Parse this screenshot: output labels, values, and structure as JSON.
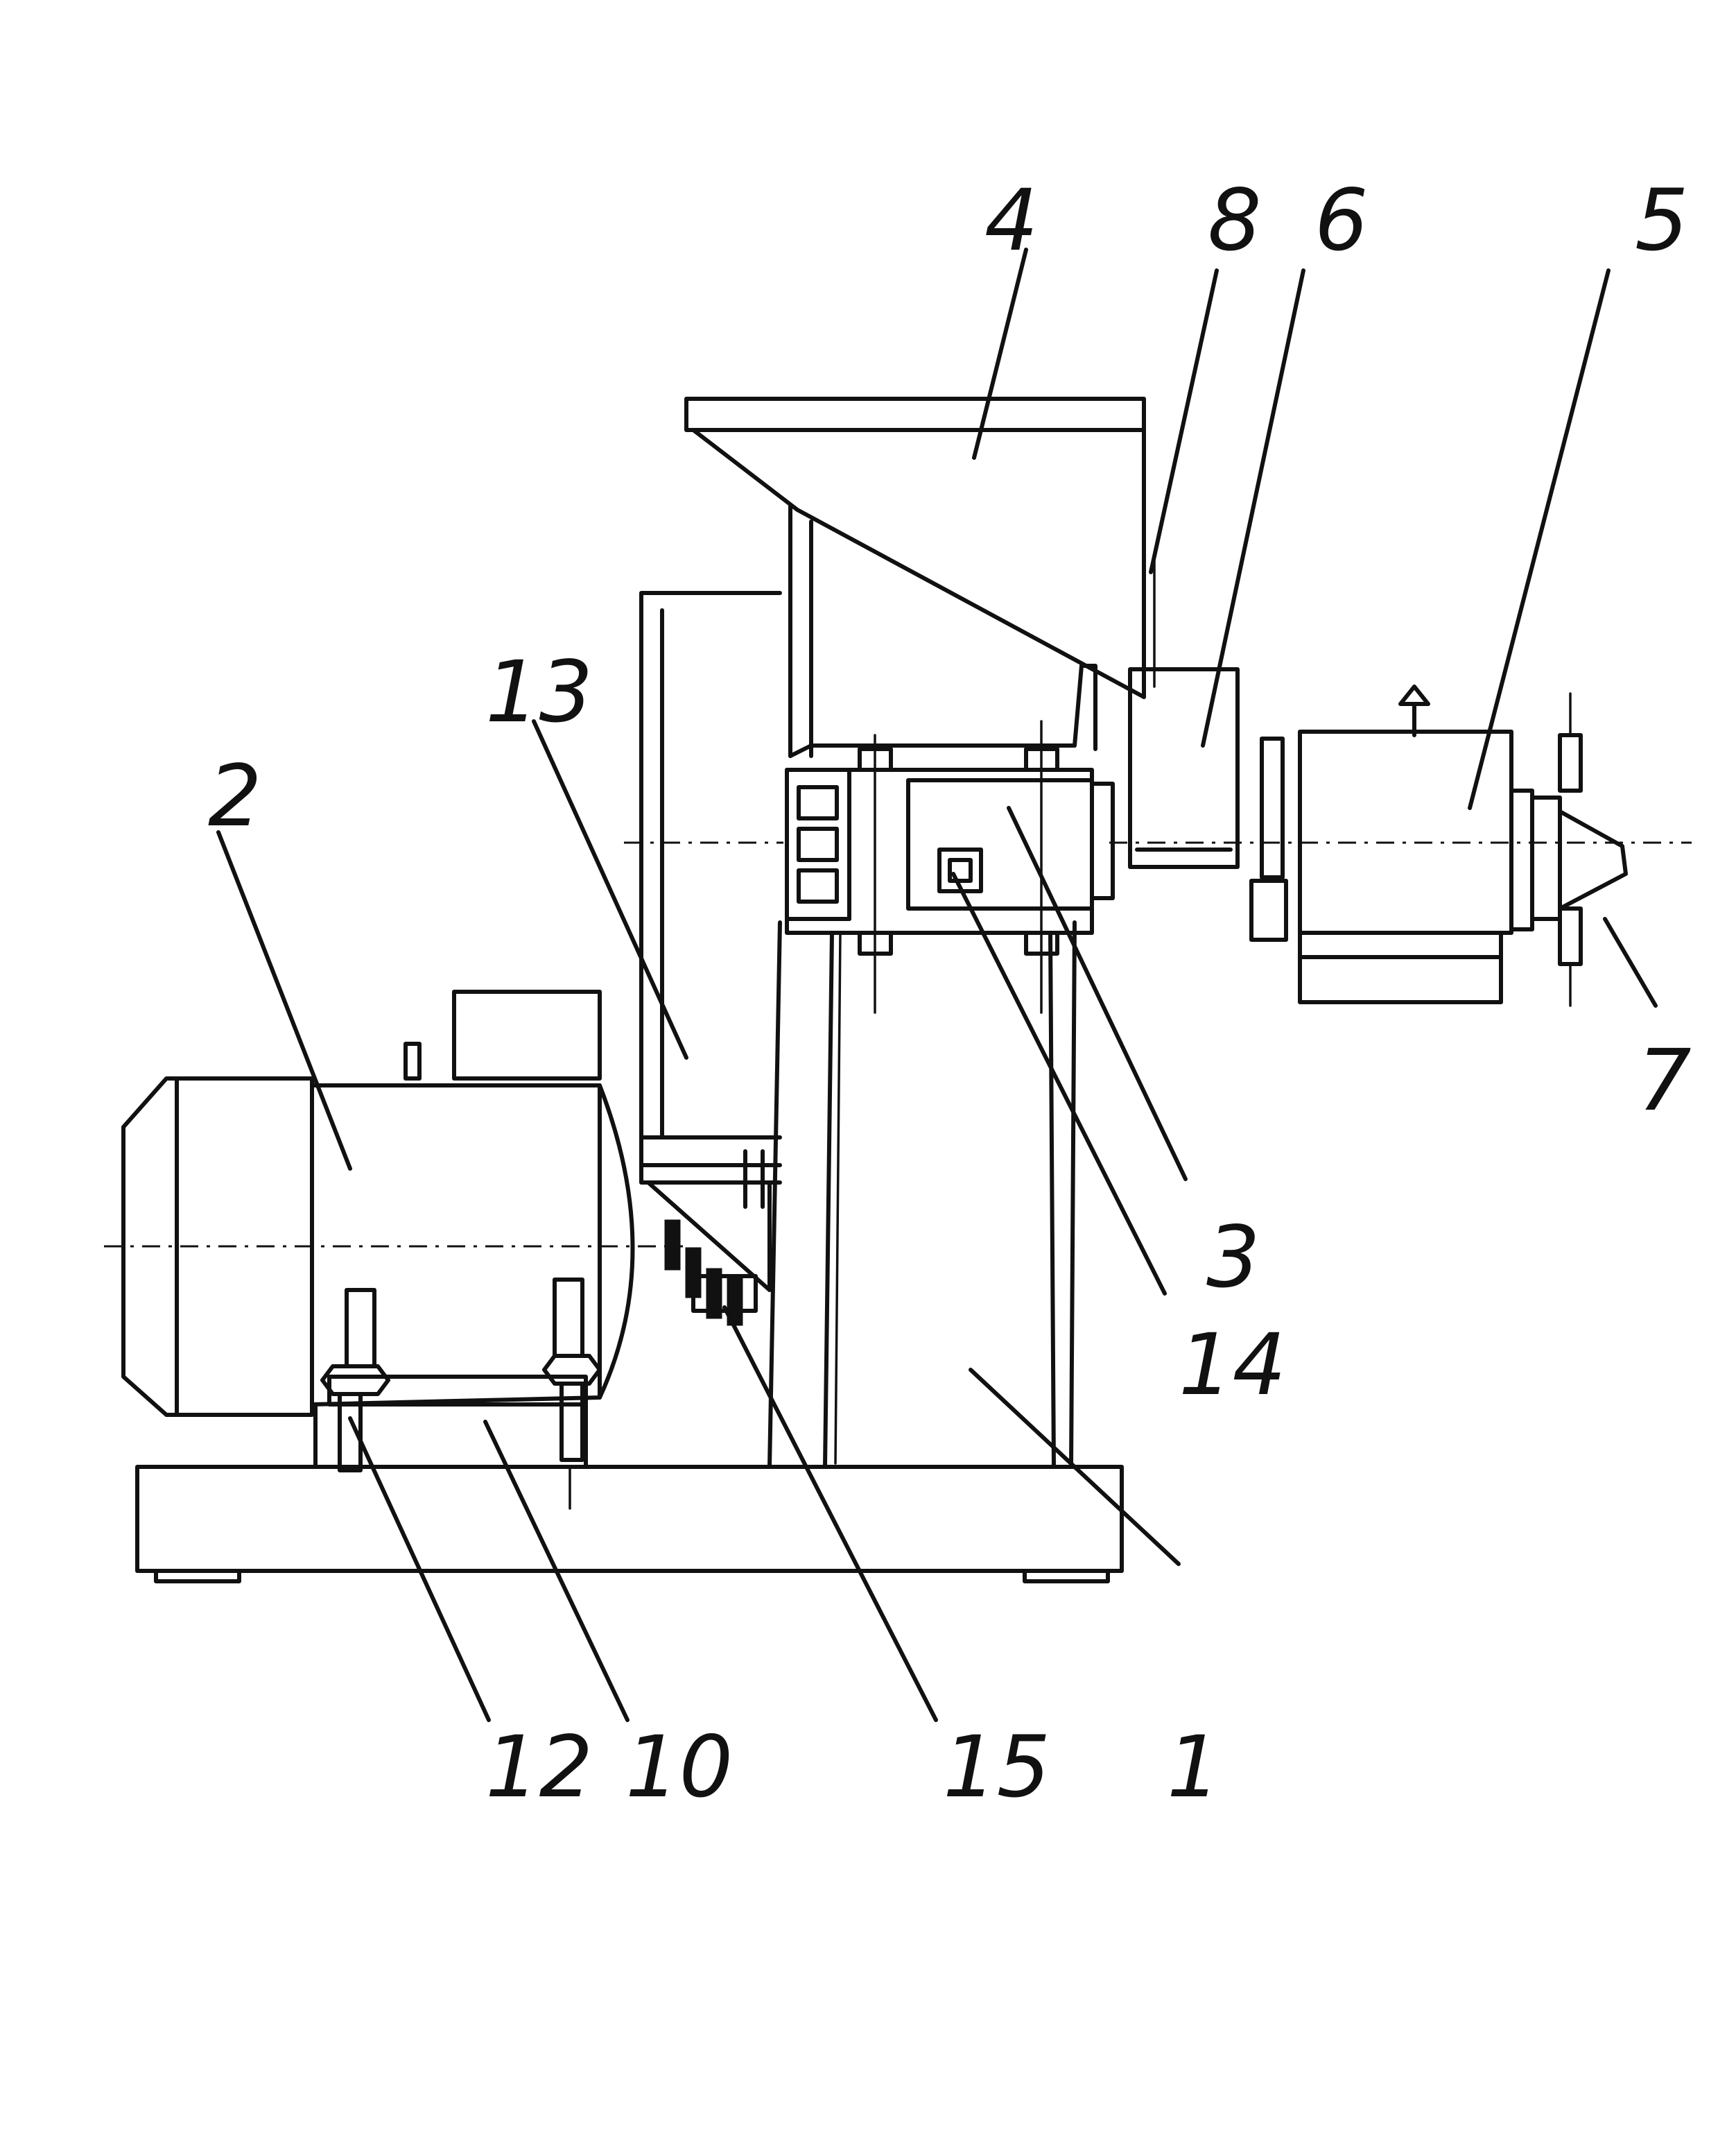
{
  "diagram": {
    "callouts": [
      {
        "id": "c4",
        "text": "4"
      },
      {
        "id": "c8",
        "text": "8"
      },
      {
        "id": "c6",
        "text": "6"
      },
      {
        "id": "c5",
        "text": "5"
      },
      {
        "id": "c13",
        "text": "13"
      },
      {
        "id": "c2",
        "text": "2"
      },
      {
        "id": "c7",
        "text": "7"
      },
      {
        "id": "c3",
        "text": "3"
      },
      {
        "id": "c14",
        "text": "14"
      },
      {
        "id": "c12",
        "text": "12"
      },
      {
        "id": "c10",
        "text": "10"
      },
      {
        "id": "c15",
        "text": "15"
      },
      {
        "id": "c1",
        "text": "1"
      }
    ],
    "drawing_color": "#111111",
    "background_color": "#ffffff"
  }
}
